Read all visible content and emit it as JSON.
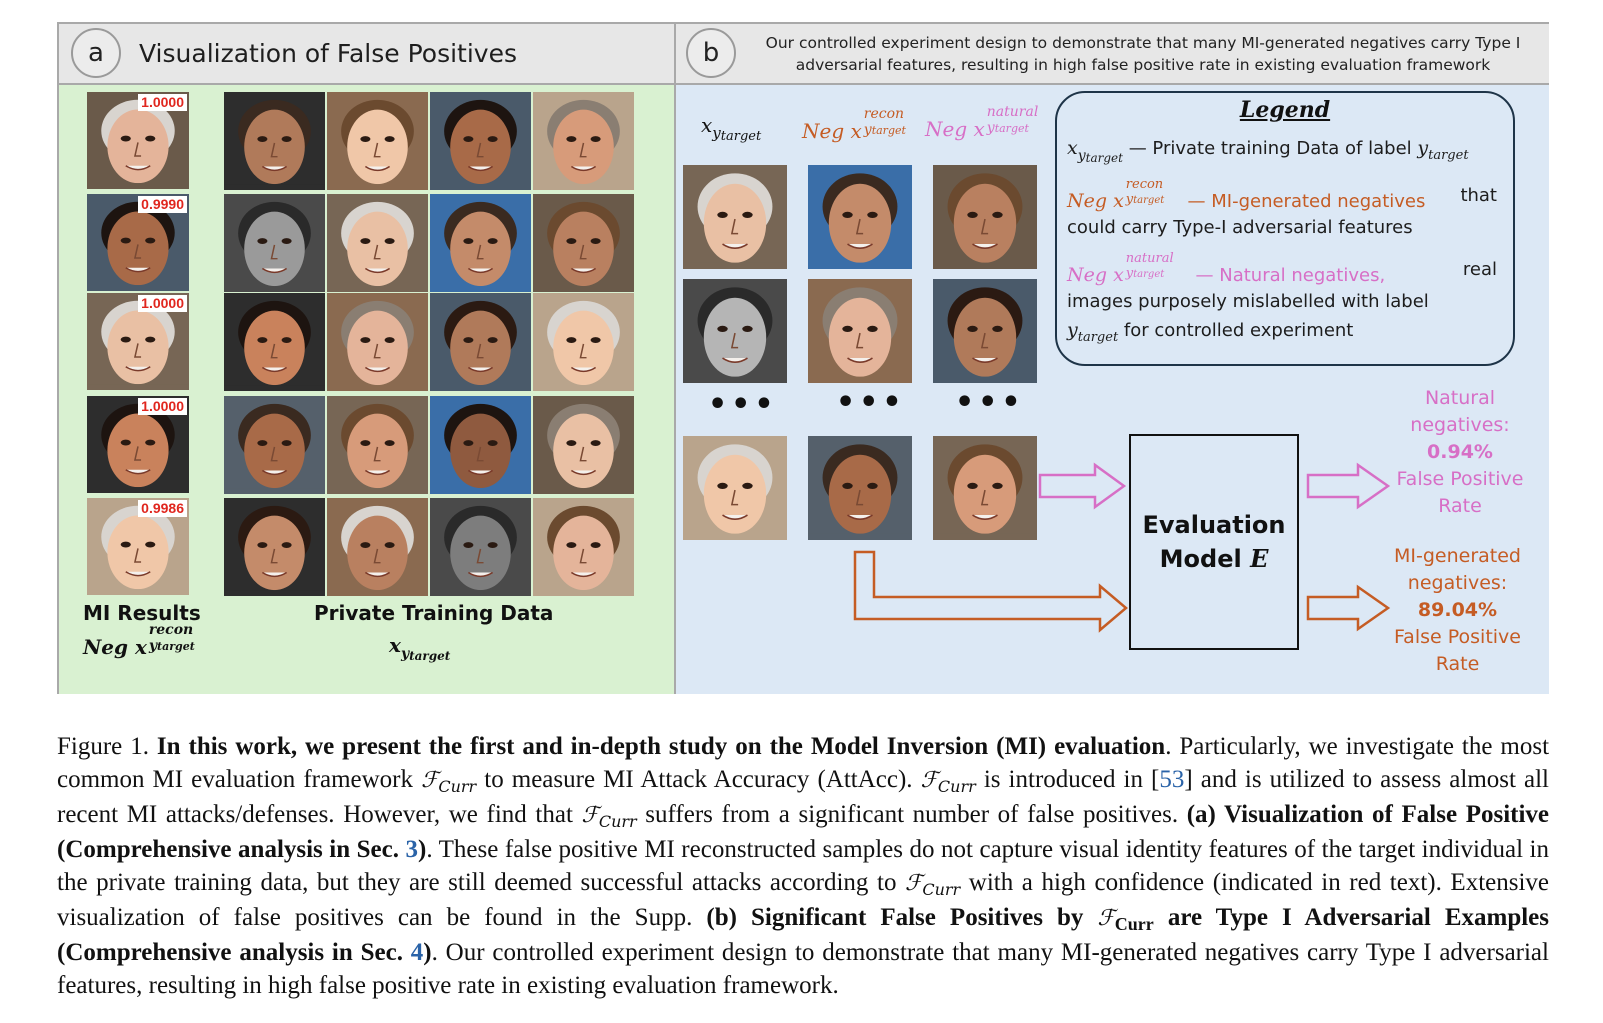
{
  "panel_a": {
    "letter": "a",
    "title": "Visualization of False Positives",
    "mi_confidences": [
      "1.0000",
      "0.9990",
      "1.0000",
      "1.0000",
      "0.9986"
    ],
    "mi_label_line1": "MI Results",
    "mi_label_neg": "Neg x",
    "mi_label_sup": "recon",
    "mi_label_sub": "y",
    "mi_label_sub2": "target",
    "private_label": "Private Training Data",
    "private_sym": "x",
    "private_sub": "y",
    "private_sub2": "target"
  },
  "panel_b": {
    "letter": "b",
    "desc_line1": "Our controlled experiment design to demonstrate that many MI-generated negatives carry Type I",
    "desc_line2": "adversarial features, resulting in high false positive rate in existing evaluation framework",
    "col_heads": {
      "x": "x",
      "y": "y",
      "target": "target",
      "neg": "Neg x",
      "recon": "recon",
      "natural": "natural"
    },
    "dots": "•••",
    "legend": {
      "title": "Legend",
      "line1_text": " — Private training Data of label ",
      "line2_text": " — MI-generated   negatives",
      "line2_tail": "that",
      "line3": "could carry Type-I adversarial features",
      "line4_text": " — Natural   negatives,",
      "line4_tail": "real",
      "line5": "images   purposely   mislabelled   with   label",
      "line6_text": " for controlled experiment"
    },
    "eval_line1": "Evaluation",
    "eval_line2": "Model ",
    "eval_sym": "E",
    "natural_stat": {
      "l1": "Natural",
      "l2": "negatives:",
      "value": "0.94%",
      "l4": "False Positive",
      "l5": "Rate"
    },
    "mi_stat": {
      "l1": "MI-generated",
      "l2": "negatives:",
      "value": "89.04%",
      "l4": "False Positive",
      "l5": "Rate"
    }
  },
  "caption": {
    "fig": "Figure 1.",
    "bold1": "In this work, we present the first and in-depth study on the Model Inversion (MI) evaluation",
    "t1": ". Particularly, we investigate the most common MI evaluation framework ",
    "fcurr": "ℱ",
    "curr": "Curr",
    "t2": " to measure MI Attack Accuracy (AttAcc). ",
    "t3": " is introduced in [",
    "ref53": "53",
    "t4": "] and is utilized to assess almost all recent MI attacks/defenses. However, we find that ",
    "t5": " suffers from a significant number of false positives. ",
    "bold_a": "(a) Visualization of False Positive (Comprehensive analysis in Sec. ",
    "ref3": "3",
    "bold_a_end": ")",
    "t6": ". These false positive MI reconstructed samples do not capture visual identity features of the target individual in the private training data, but they are still deemed successful attacks according to ",
    "t7": " with a high confidence (indicated in red text). Extensive visualization of false positives can be found in the Supp. ",
    "bold_b": "(b) Significant False Positives by ",
    "bold_b_curr": "Curr",
    "bold_b2": " are Type I Adversarial Examples (Comprehensive analysis in Sec. ",
    "ref4": "4",
    "bold_b_end": ")",
    "t8": ". Our controlled experiment design to demonstrate that many MI-generated negatives carry Type I adversarial features, resulting in high false positive rate in existing evaluation framework."
  },
  "colors": {
    "panel_a_bg": "#d9f1d1",
    "panel_b_bg": "#dce8f5",
    "confidence_red": "#e0261e",
    "pink": "#d76fc6",
    "orange": "#c55c24",
    "ref_blue": "#2a63a8"
  }
}
